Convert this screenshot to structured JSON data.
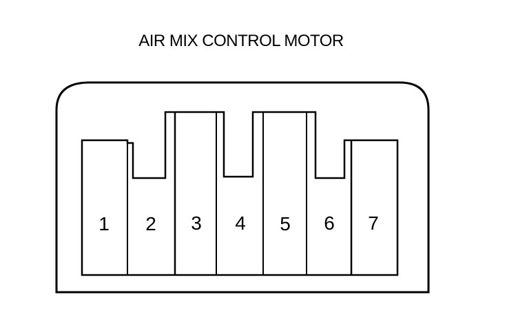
{
  "diagram": {
    "title": "AIR MIX CONTROL MOTOR",
    "pins": [
      {
        "label": "1"
      },
      {
        "label": "2"
      },
      {
        "label": "3"
      },
      {
        "label": "4"
      },
      {
        "label": "5"
      },
      {
        "label": "6"
      },
      {
        "label": "7"
      }
    ],
    "colors": {
      "line": "#000000",
      "background": "#ffffff"
    }
  }
}
